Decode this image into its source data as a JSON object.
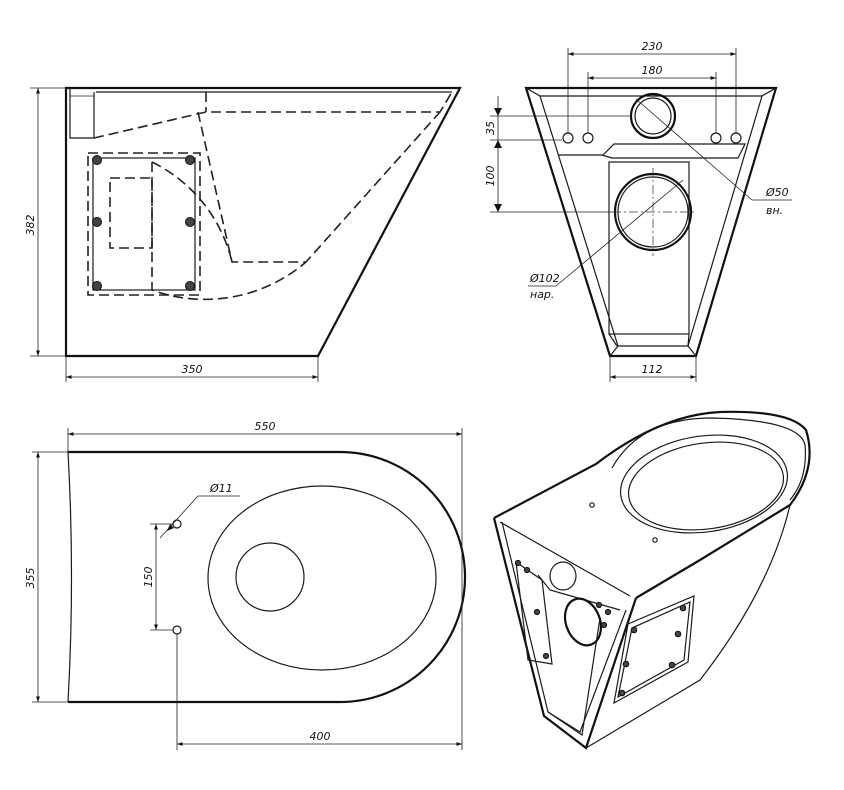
{
  "dimensions": {
    "side_height": "382",
    "side_width": "350",
    "rear_top_width": "230",
    "rear_hole_spacing": "180",
    "rear_offset_35": "35",
    "rear_offset_100": "100",
    "rear_bottom_width": "112",
    "top_width": "550",
    "top_depth": "355",
    "top_hole_spacing": "150",
    "top_hole_to_front": "400"
  },
  "callouts": {
    "inlet_diameter": "Ø50",
    "inlet_note": "вн.",
    "outlet_diameter": "Ø102",
    "outlet_note": "нар.",
    "mount_hole_diameter": "Ø11"
  }
}
